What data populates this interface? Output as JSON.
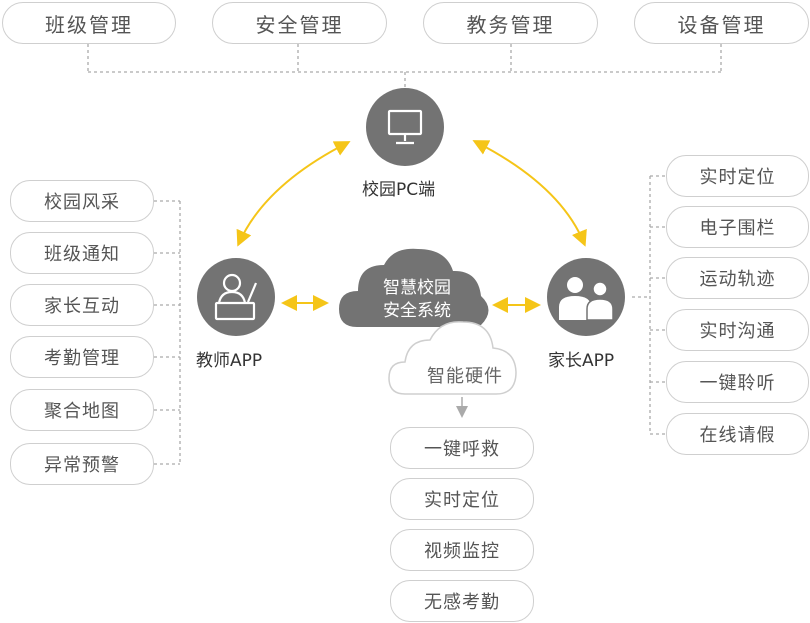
{
  "top_modules": [
    "班级管理",
    "安全管理",
    "教务管理",
    "设备管理"
  ],
  "pc_label": "校园PC端",
  "teacher_label": "教师APP",
  "parent_label": "家长APP",
  "center_cloud": {
    "line1": "智慧校园",
    "line2": "安全系统"
  },
  "hardware_cloud": "智能硬件",
  "teacher_features": [
    "校园风采",
    "班级通知",
    "家长互动",
    "考勤管理",
    "聚合地图",
    "异常预警"
  ],
  "parent_features": [
    "实时定位",
    "电子围栏",
    "运动轨迹",
    "实时沟通",
    "一键聆听",
    "在线请假"
  ],
  "hardware_features": [
    "一键呼救",
    "实时定位",
    "视频监控",
    "无感考勤"
  ],
  "colors": {
    "node": "#737373",
    "arrow": "#f5c518",
    "line": "#aaaaaa",
    "border": "#cfcfcf"
  },
  "icons": {
    "pc": "monitor-icon",
    "teacher": "teacher-icon",
    "parent": "parents-icon"
  }
}
